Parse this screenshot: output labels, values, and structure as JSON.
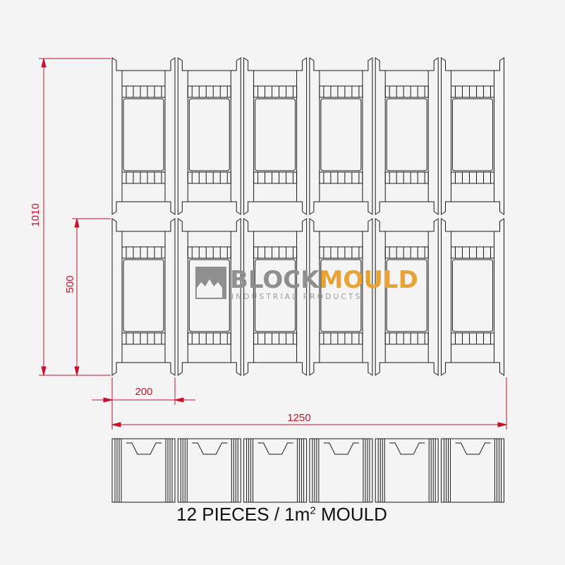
{
  "dimensions": {
    "total_height": "1010",
    "block_height": "500",
    "block_width": "200",
    "total_width": "1250"
  },
  "logo": {
    "brand_first": "BLOCK",
    "brand_second": "MOULD",
    "subtitle": "INDUSTRIAL PRODUCTS"
  },
  "caption": {
    "pre": "12 PIECES / 1m",
    "sup": "2",
    "post": " MOULD"
  },
  "layout": {
    "columns": 6,
    "rows": 2,
    "piece_count": 12
  },
  "colors": {
    "dimension": "#c8102e",
    "outline": "#1a1a1a",
    "logo_grey": "#8f8f8f",
    "logo_orange": "#e7a434"
  }
}
